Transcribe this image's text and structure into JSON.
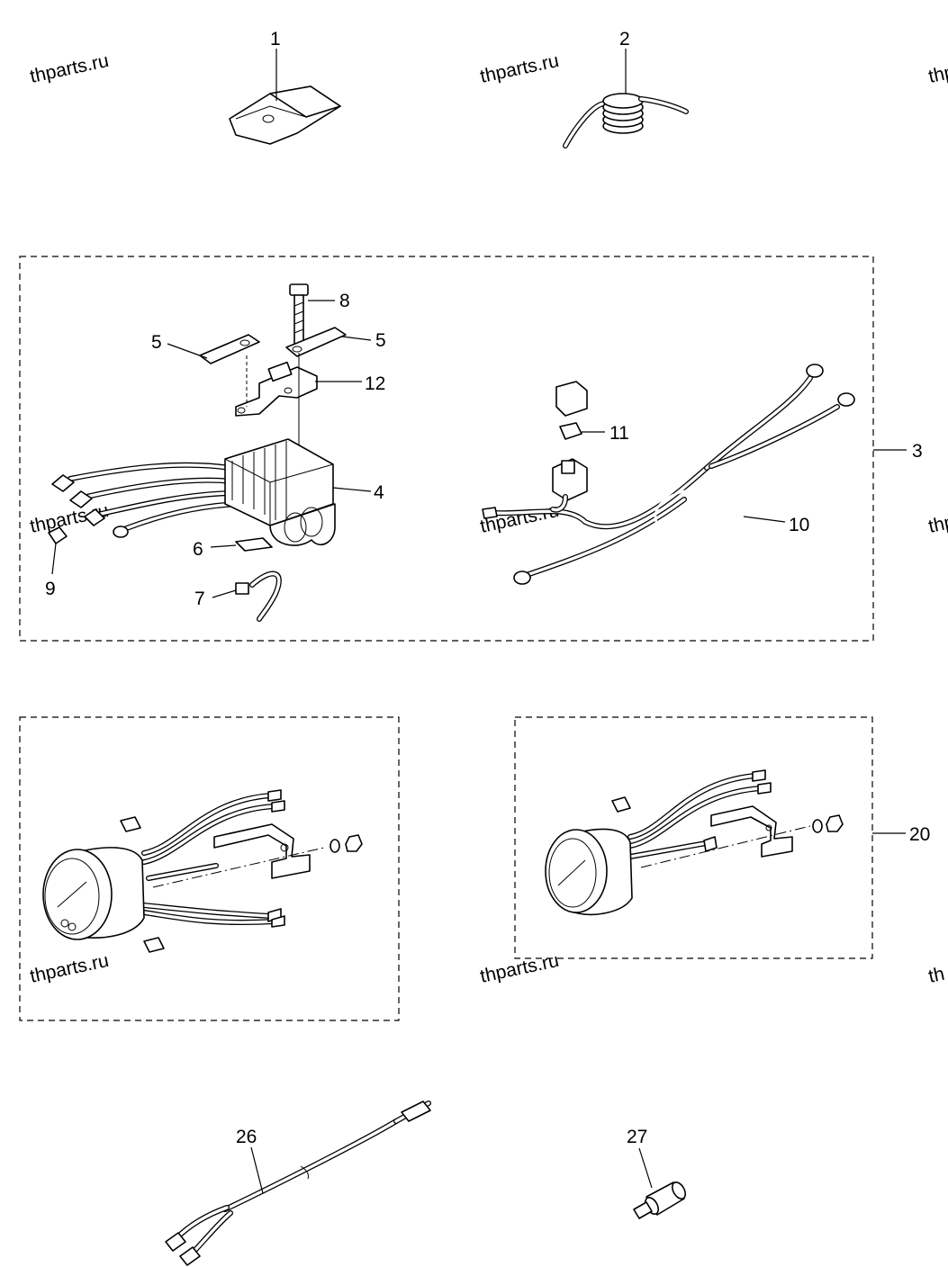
{
  "watermark": "thparts.ru",
  "callouts": {
    "c1": "1",
    "c2": "2",
    "c3": "3",
    "c4": "4",
    "c5a": "5",
    "c5b": "5",
    "c6": "6",
    "c7": "7",
    "c8": "8",
    "c9": "9",
    "c10": "10",
    "c11": "11",
    "c12": "12",
    "c20": "20",
    "c26": "26",
    "c27": "27"
  },
  "edge_marks": [
    "thp",
    "thp",
    "th"
  ]
}
